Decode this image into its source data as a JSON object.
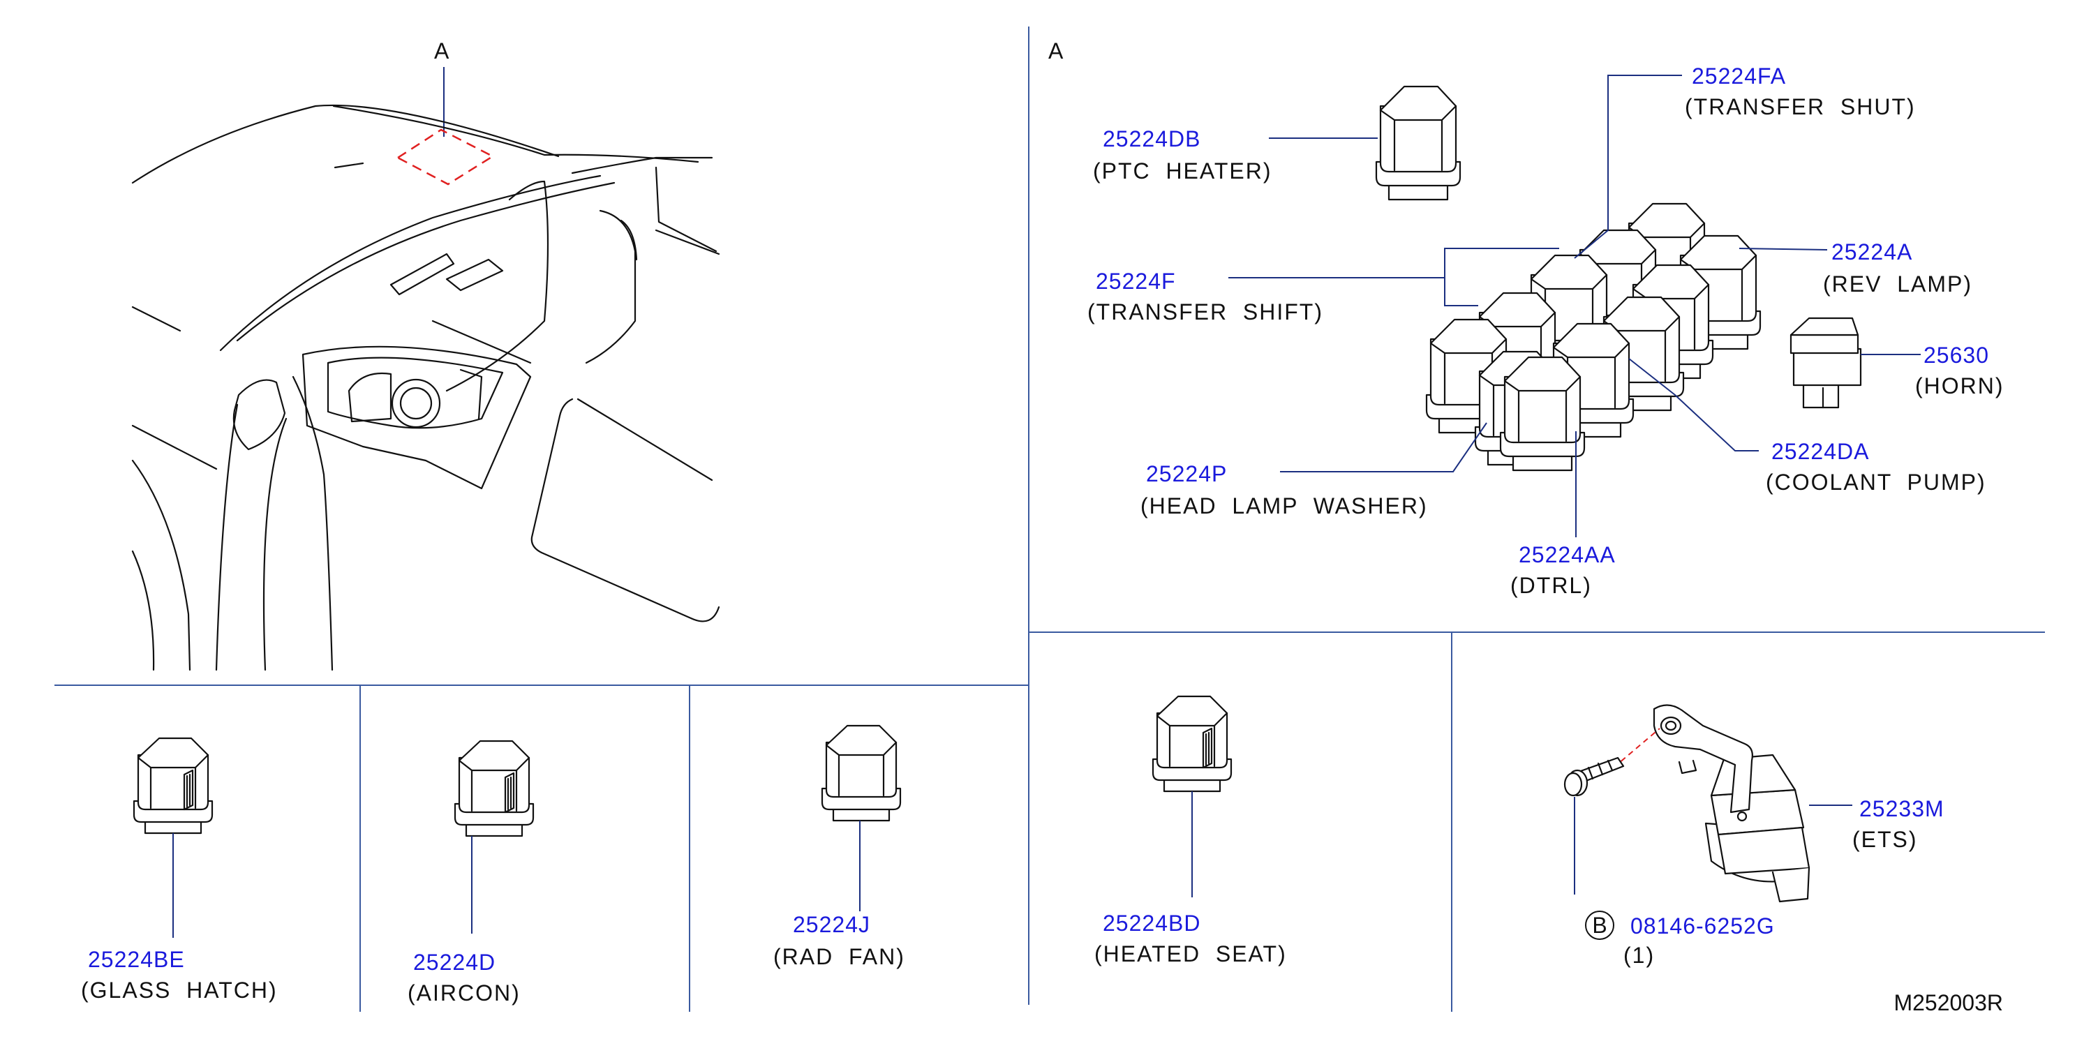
{
  "view_labels": {
    "overview": "A",
    "detail": "A"
  },
  "drawing_number": "M252003R",
  "bolt_marker": "B",
  "colors": {
    "part_number": "#1a1adc",
    "leader": "#1b2f80",
    "divider": "#3a5aa0",
    "location_marker": "#e02020"
  },
  "parts": {
    "p25224DB": {
      "number": "25224DB",
      "desc": "(PTC  HEATER)"
    },
    "p25224FA": {
      "number": "25224FA",
      "desc": "(TRANSFER  SHUT)"
    },
    "p25224F": {
      "number": "25224F",
      "desc": "(TRANSFER  SHIFT)"
    },
    "p25224A": {
      "number": "25224A",
      "desc": "(REV  LAMP)"
    },
    "p25630": {
      "number": "25630",
      "desc": "(HORN)"
    },
    "p25224DA": {
      "number": "25224DA",
      "desc": "(COOLANT  PUMP)"
    },
    "p25224P": {
      "number": "25224P",
      "desc": "(HEAD  LAMP  WASHER)"
    },
    "p25224AA": {
      "number": "25224AA",
      "desc": "(DTRL)"
    },
    "p25224BE": {
      "number": "25224BE",
      "desc": "(GLASS  HATCH)"
    },
    "p25224D": {
      "number": "25224D",
      "desc": "(AIRCON)"
    },
    "p25224J": {
      "number": "25224J",
      "desc": "(RAD  FAN)"
    },
    "p25224BD": {
      "number": "25224BD",
      "desc": "(HEATED  SEAT)"
    },
    "p25233M": {
      "number": "25233M",
      "desc": "(ETS)"
    },
    "p08146": {
      "number": "08146-6252G",
      "desc": "(1)"
    }
  }
}
